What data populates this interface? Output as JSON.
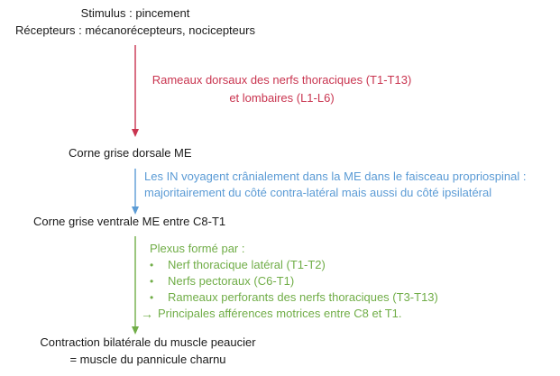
{
  "colors": {
    "black": "#1a1a1a",
    "red": "#c9344f",
    "blue": "#5b9bd5",
    "green": "#70ad47"
  },
  "header": {
    "lines": [
      "Stimulus : pincement",
      "Récepteurs : mécanorécepteurs, nocicepteurs"
    ]
  },
  "red_label": {
    "lines": [
      "Rameaux dorsaux des nerfs thoraciques (T1-T13)",
      "et lombaires (L1-L6)"
    ]
  },
  "node_dorsal": {
    "text": "Corne grise dorsale ME"
  },
  "blue_label": {
    "lines": [
      "Les IN voyagent crânialement dans la ME dans le faisceau propriospinal :",
      "majoritairement du côté contra-latéral mais aussi du côté ipsilatéral"
    ]
  },
  "node_ventral": {
    "text": "Corne grise ventrale ME entre C8-T1"
  },
  "green_label": {
    "title": "Plexus formé par :",
    "bullet_glyph": "•",
    "bullets": [
      "Nerf thoracique latéral (T1-T2)",
      "Nerfs pectoraux (C6-T1)",
      "Rameaux perforants des nerfs thoraciques (T3-T13)"
    ],
    "arrow_note_glyph": "→",
    "arrow_note": "Principales afférences motrices entre C8 et T1."
  },
  "footer": {
    "lines": [
      "Contraction bilatérale du muscle peaucier",
      "= muscle du pannicule charnu"
    ]
  },
  "arrows": [
    {
      "name": "stimulus-to-dorsal",
      "color": "#c9344f"
    },
    {
      "name": "dorsal-to-ventral",
      "color": "#5b9bd5"
    },
    {
      "name": "ventral-to-contraction",
      "color": "#70ad47"
    }
  ]
}
